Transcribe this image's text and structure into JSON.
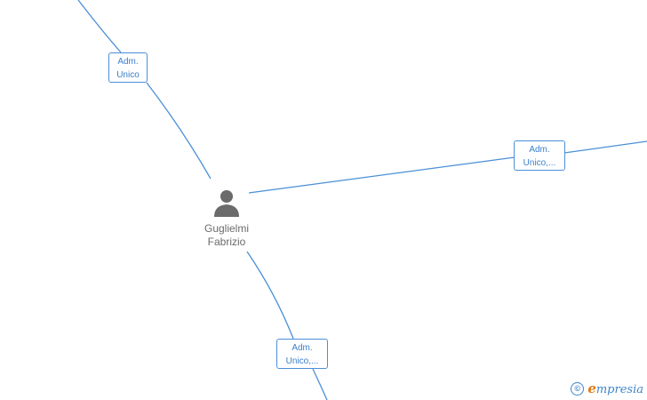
{
  "person": {
    "name_line1": "Guglielmi",
    "name_line2": "Fabrizio",
    "icon": "person-icon"
  },
  "relations": [
    {
      "line1": "Adm.",
      "line2": "Unico"
    },
    {
      "line1": "Adm.",
      "line2": "Unico,..."
    },
    {
      "line1": "Adm.",
      "line2": "Unico,..."
    }
  ],
  "footer": {
    "copyright_symbol": "©",
    "brand_initial": "e",
    "brand_rest": "mpresia"
  },
  "colors": {
    "edge": "#4a8fd8",
    "label": "#3a7fcc",
    "person": "#6b6b6b",
    "brand_accent": "#e07a12"
  }
}
